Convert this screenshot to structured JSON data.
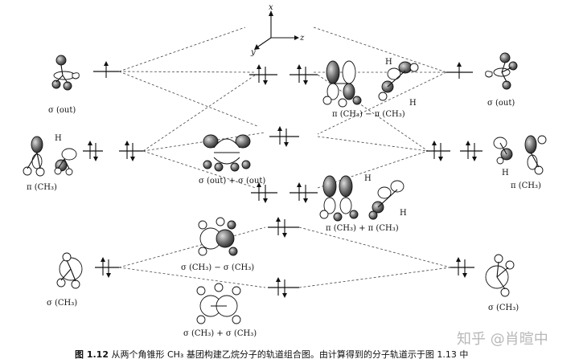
{
  "axes": {
    "x": "x",
    "y": "y",
    "z": "z"
  },
  "labels": {
    "left_sigma_out": "σ (out)",
    "left_pi": "π (CH₃)",
    "left_sigma": "σ (CH₃)",
    "h_left": "H",
    "right_sigma_out": "σ (out)",
    "right_pi": "π (CH₃)",
    "right_sigma": "σ (CH₃)",
    "h_right": "H",
    "mo_pi_minus": "π (CH₃) − π (CH₃)",
    "mo_sigma_out_plus": "σ (out) + σ (out)",
    "mo_pi_plus": "π (CH₃) + π (CH₃)",
    "mo_sigma_minus": "σ (CH₃) − σ (CH₃)",
    "mo_sigma_plus": "σ (CH₃) + σ (CH₃)",
    "h1": "H",
    "h2": "H",
    "h3": "H",
    "h4": "H"
  },
  "caption": {
    "figure_no": "图 1.12",
    "text": "从两个角锥形 CH₃ 基团构建乙烷分子的轨道组合图。由计算得到的分子轨道示于图 1.13 中"
  },
  "watermark": "知乎 @肖暄中",
  "colors": {
    "ink": "#111111",
    "lobe_fill": "#5a5a5a",
    "dash": "#444444",
    "watermark": "#b8b8b8"
  }
}
